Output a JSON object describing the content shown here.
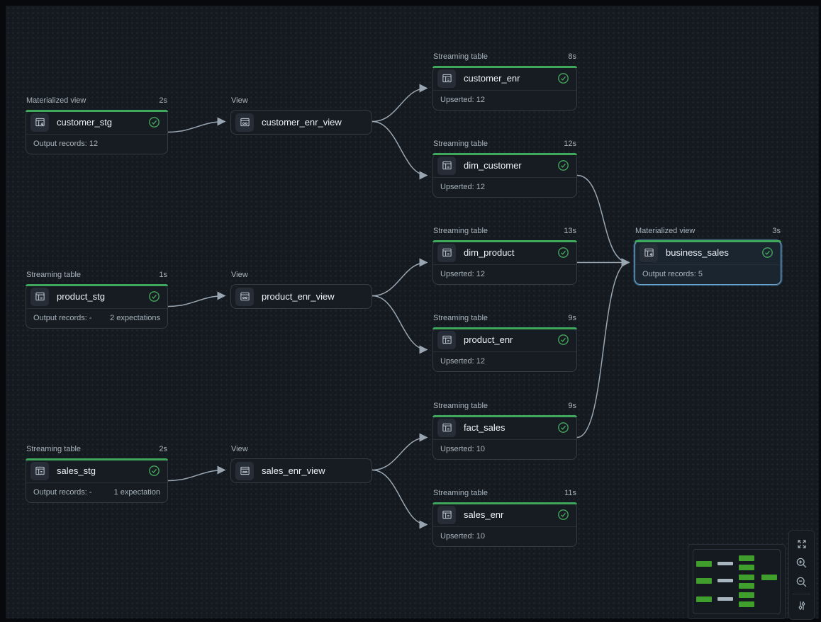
{
  "app": {
    "view_name": "pipeline-dag"
  },
  "colors": {
    "accent_green": "#3fa85c",
    "status_green": "#43a65c",
    "selection_blue": "#69abd9",
    "edge_gray": "#a8b6c2",
    "minimap_green": "#3f9e2c",
    "minimap_gray": "#a9b6c0",
    "canvas_bg": "#151a20"
  },
  "nodes": [
    {
      "id": "customer_stg",
      "type": "Materialized view",
      "duration": "2s",
      "name": "customer_stg",
      "icon": "materialized-view-icon",
      "status": "success",
      "footer_left": "Output records: 12",
      "footer_right": "",
      "selected": false
    },
    {
      "id": "customer_enr_view",
      "type": "View",
      "duration": "",
      "name": "customer_enr_view",
      "icon": "view-icon",
      "selected": false
    },
    {
      "id": "customer_enr",
      "type": "Streaming table",
      "duration": "8s",
      "name": "customer_enr",
      "icon": "streaming-table-icon",
      "status": "success",
      "footer_left": "Upserted: 12",
      "footer_right": "",
      "selected": false
    },
    {
      "id": "dim_customer",
      "type": "Streaming table",
      "duration": "12s",
      "name": "dim_customer",
      "icon": "streaming-table-icon",
      "status": "success",
      "footer_left": "Upserted: 12",
      "footer_right": "",
      "selected": false
    },
    {
      "id": "dim_product",
      "type": "Streaming table",
      "duration": "13s",
      "name": "dim_product",
      "icon": "streaming-table-icon",
      "status": "success",
      "footer_left": "Upserted: 12",
      "footer_right": "",
      "selected": false
    },
    {
      "id": "business_sales",
      "type": "Materialized view",
      "duration": "3s",
      "name": "business_sales",
      "icon": "materialized-view-icon",
      "status": "success",
      "footer_left": "Output records: 5",
      "footer_right": "",
      "selected": true
    },
    {
      "id": "product_stg",
      "type": "Streaming table",
      "duration": "1s",
      "name": "product_stg",
      "icon": "streaming-table-icon",
      "status": "success",
      "footer_left": "Output records: -",
      "footer_right": "2 expectations",
      "selected": false
    },
    {
      "id": "product_enr_view",
      "type": "View",
      "duration": "",
      "name": "product_enr_view",
      "icon": "view-icon",
      "selected": false
    },
    {
      "id": "product_enr",
      "type": "Streaming table",
      "duration": "9s",
      "name": "product_enr",
      "icon": "streaming-table-icon",
      "status": "success",
      "footer_left": "Upserted: 12",
      "footer_right": "",
      "selected": false
    },
    {
      "id": "sales_stg",
      "type": "Streaming table",
      "duration": "2s",
      "name": "sales_stg",
      "icon": "streaming-table-icon",
      "status": "success",
      "footer_left": "Output records: -",
      "footer_right": "1 expectation",
      "selected": false
    },
    {
      "id": "sales_enr_view",
      "type": "View",
      "duration": "",
      "name": "sales_enr_view",
      "icon": "view-icon",
      "selected": false
    },
    {
      "id": "fact_sales",
      "type": "Streaming table",
      "duration": "9s",
      "name": "fact_sales",
      "icon": "streaming-table-icon",
      "status": "success",
      "footer_left": "Upserted: 10",
      "footer_right": "",
      "selected": false
    },
    {
      "id": "sales_enr",
      "type": "Streaming table",
      "duration": "11s",
      "name": "sales_enr",
      "icon": "streaming-table-icon",
      "status": "success",
      "footer_left": "Upserted: 10",
      "footer_right": "",
      "selected": false
    }
  ],
  "edges": [
    {
      "from": "customer_stg",
      "to": "customer_enr_view"
    },
    {
      "from": "customer_enr_view",
      "to": "customer_enr"
    },
    {
      "from": "customer_enr_view",
      "to": "dim_customer"
    },
    {
      "from": "product_stg",
      "to": "product_enr_view"
    },
    {
      "from": "product_enr_view",
      "to": "dim_product"
    },
    {
      "from": "product_enr_view",
      "to": "product_enr"
    },
    {
      "from": "sales_stg",
      "to": "sales_enr_view"
    },
    {
      "from": "sales_enr_view",
      "to": "fact_sales"
    },
    {
      "from": "sales_enr_view",
      "to": "sales_enr"
    },
    {
      "from": "dim_customer",
      "to": "business_sales"
    },
    {
      "from": "dim_product",
      "to": "business_sales"
    },
    {
      "from": "fact_sales",
      "to": "business_sales"
    }
  ],
  "minimap": {
    "columns": [
      {
        "color": "green",
        "bars": 3
      },
      {
        "color": "gray",
        "bars": 3
      },
      {
        "color": "green",
        "bars": 6
      },
      {
        "color": "green",
        "bars": 1
      }
    ]
  },
  "controls": {
    "buttons": [
      {
        "icon": "fit-view-icon"
      },
      {
        "icon": "zoom-in-icon"
      },
      {
        "icon": "zoom-out-icon"
      },
      {
        "icon": "display-settings-icon"
      }
    ]
  }
}
